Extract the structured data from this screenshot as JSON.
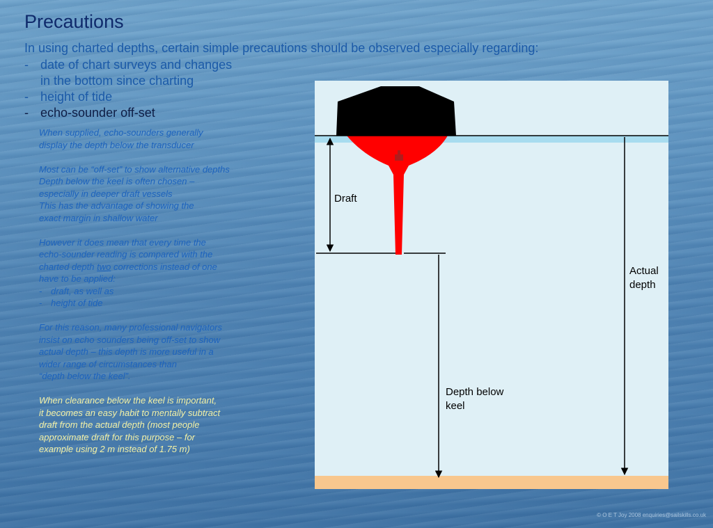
{
  "title": "Precautions",
  "intro": "In using charted depths, certain simple precautions should be observed especially regarding:",
  "bullets": [
    {
      "dash": "-",
      "line1": "date of chart surveys and changes",
      "line2": "in the bottom since charting"
    },
    {
      "dash": "-",
      "line1": "height of tide"
    },
    {
      "dash": "-",
      "line1": "echo-sounder off-set"
    }
  ],
  "notes": {
    "para1": [
      "When supplied, echo-sounders generally",
      "display the depth below the transducer"
    ],
    "para2": [
      "Most can be “off-set” to show alternative depths",
      "Depth below the keel is often chosen –",
      "especially in deeper draft vessels",
      "This has the advantage of showing the",
      "exact margin in shallow water"
    ],
    "para3": {
      "line1": "However it does mean that every time the",
      "line2": "echo-sounder reading is compared with the",
      "line3_before": "charted depth ",
      "line3_underlined": "two",
      "line3_after": " corrections instead of one",
      "line4": "have to be applied:",
      "sub_dash": "-",
      "sub1": "draft, as well as",
      "sub2": "height of tide"
    },
    "para4": [
      "For this reason, many professional navigators",
      "insist on echo sounders being off-set to show",
      "actual depth – this depth is more useful in a",
      "wider range of circumstances than",
      "“depth below the keel”."
    ],
    "para5": [
      "When clearance below the keel is important,",
      "it becomes an easy habit to mentally subtract",
      "draft from the actual depth (most people",
      "approximate draft for this purpose – for",
      "example using 2 m instead of 1.75 m)"
    ]
  },
  "diagram": {
    "label_draft": "Draft",
    "label_actual_1": "Actual",
    "label_actual_2": "depth",
    "label_keel_1": "Depth below",
    "label_keel_2": "keel",
    "colors": {
      "panel": "#dff0f6",
      "water_surface": "#a8dcef",
      "seabed": "#f8c78e",
      "hull_above": "#000000",
      "hull_below": "#ff0000",
      "transducer": "#b01c1c",
      "lines": "#000000"
    }
  },
  "copyright": "© O E T Joy 2008 enquiries@sailskills.co.uk"
}
